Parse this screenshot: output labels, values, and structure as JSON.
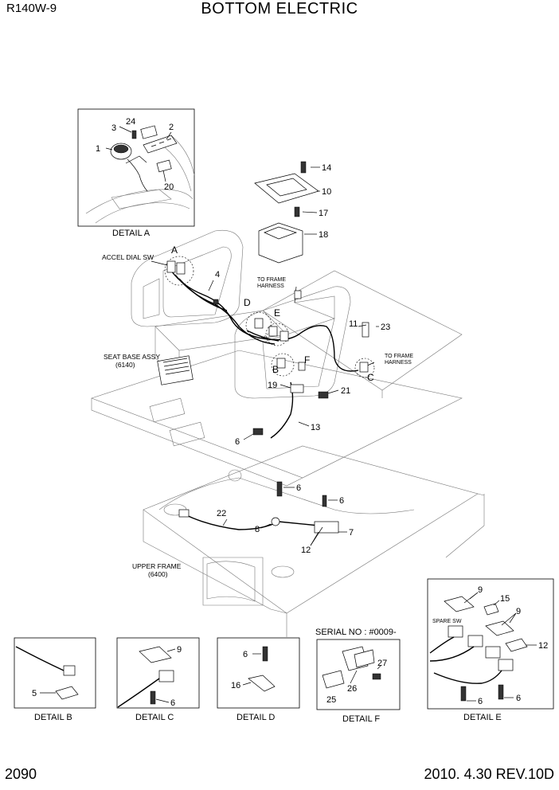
{
  "header": {
    "model": "R140W-9",
    "title": "BOTTOM ELECTRIC"
  },
  "footer": {
    "page_number": "2090",
    "revision": "2010. 4.30  REV.10D"
  },
  "assembly_labels": {
    "accel_dial": "ACCEL DIAL SW",
    "seat_base": "SEAT BASE ASSY",
    "seat_base_code": "(6140)",
    "upper_frame": "UPPER FRAME",
    "upper_frame_code": "(6400)",
    "to_frame_harness": "TO FRAME",
    "harness": "HARNESS",
    "spare_sw": "SPARE SW",
    "serial_no": "SERIAL NO : #0009-"
  },
  "detail_refs": {
    "a": "A",
    "b": "B",
    "c": "C",
    "d": "D",
    "e": "E",
    "f": "F"
  },
  "detail_captions": {
    "a": "DETAIL  A",
    "b": "DETAIL  B",
    "c": "DETAIL  C",
    "d": "DETAIL  D",
    "e": "DETAIL  E",
    "f": "DETAIL  F"
  },
  "callouts": {
    "detail_a": {
      "p24": "24",
      "p3": "3",
      "p2": "2",
      "p1": "1",
      "p20": "20"
    },
    "main": {
      "p14": "14",
      "p10": "10",
      "p17": "17",
      "p18": "18",
      "p4": "4",
      "p11": "11",
      "p23": "23",
      "p21": "21",
      "p19": "19",
      "p13": "13",
      "p6a": "6",
      "p6b": "6",
      "p6c": "6",
      "p22": "22",
      "p8": "8",
      "p7": "7",
      "p12": "12"
    },
    "detail_b": {
      "p5": "5"
    },
    "detail_c": {
      "p9": "9",
      "p6": "6"
    },
    "detail_d": {
      "p6": "6",
      "p16": "16"
    },
    "detail_f": {
      "p27": "27",
      "p26": "26",
      "p25": "25"
    },
    "detail_e": {
      "p9a": "9",
      "p15": "15",
      "p9b": "9",
      "p12": "12",
      "p6a": "6",
      "p6b": "6"
    }
  }
}
